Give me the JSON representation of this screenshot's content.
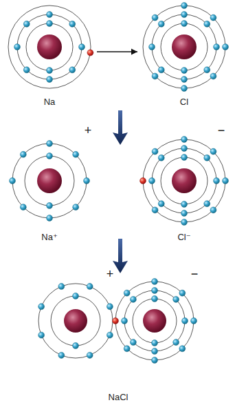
{
  "diagram": {
    "nodes": [
      {
        "text": [
          "Na"
        ]
      },
      {
        "text": [
          "Cl"
        ]
      },
      {
        "text": [
          "+",
          "Na⁺"
        ]
      },
      {
        "text": [
          "−",
          "Cl⁻"
        ]
      },
      {
        "text": [
          "+"
        ]
      },
      {
        "text": [
          "−"
        ]
      }
    ],
    "edges": [
      {
        "from": 0,
        "to": 1,
        "arrow": "to"
      }
    ],
    "labels": [
      "NaCl"
    ]
  }
}
